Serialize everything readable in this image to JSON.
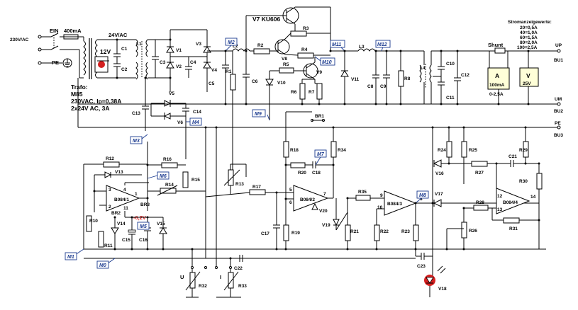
{
  "diagram": {
    "mains": {
      "input": "230V/AC",
      "switch": "EIN",
      "fuse": "400mA",
      "pe": "PE"
    },
    "transformer": {
      "secondary": "24V/AC",
      "aux": "12V",
      "info": [
        "Trafo:",
        "M85",
        "230VAC, Ip=0,38A",
        "2x24V AC, 3A"
      ]
    },
    "power_transistor": "V7 KU606",
    "shunt": "Shunt",
    "current_table": {
      "title": "Stromanzeigewerte:",
      "rows": [
        "20=0,5A",
        "40=1,0A",
        "60=1,5A",
        "80=2,0A",
        "100=2,5A"
      ]
    },
    "ammeter": {
      "symbol": "A",
      "range": "100mA",
      "scale": "0-2,5A"
    },
    "voltmeter": {
      "symbol": "V",
      "range": "25V"
    },
    "outputs": [
      {
        "name": "UP",
        "bus": "BU1"
      },
      {
        "name": "UM",
        "bus": "BU2"
      },
      {
        "name": "PE",
        "bus": "BU3"
      }
    ],
    "markers": [
      "M1",
      "M0",
      "M3",
      "M2",
      "M4",
      "M5",
      "M6",
      "M7",
      "M8",
      "M9",
      "M10",
      "M11",
      "M12"
    ],
    "zener_voltage": "-6,2V",
    "opamps": {
      "a1": "B084/1",
      "a2": "B084/2",
      "a3": "B084/3",
      "a4": "B084/4"
    },
    "pins": {
      "a1": {
        "p1": "1",
        "p2": "2",
        "p3": "3",
        "p4": "4",
        "p11": "11"
      },
      "a2": {
        "p5": "5",
        "p6": "6",
        "p7": "7"
      },
      "a3": {
        "p9": "9",
        "p10": "10",
        "p8": "8"
      },
      "a4": {
        "p12": "12",
        "p13": "13",
        "p14": "14"
      }
    },
    "bridges": {
      "br1": "BR1",
      "br2": "BR2",
      "br3": "BR3"
    },
    "pots": {
      "u": "U",
      "i": "I"
    },
    "c": {
      "c1": "C1",
      "c2": "C2",
      "c3": "C3",
      "c4": "C4",
      "c5": "C5",
      "c6": "C6",
      "c8": "C8",
      "c9": "C9",
      "c10": "C10",
      "c11": "C11",
      "c12": "C12",
      "c13": "C13",
      "c14": "C14",
      "c15": "C15",
      "c16": "C16",
      "c17": "C17",
      "c18": "C18",
      "c21": "C21",
      "c22": "C22",
      "c23": "C23"
    },
    "r": {
      "r1": "R1",
      "r2": "R2",
      "r3": "R3",
      "r4": "R4",
      "r5": "R5",
      "r6": "R6",
      "r7": "R7",
      "r8": "R8",
      "r10": "R10",
      "r11": "R11",
      "r12": "R12",
      "r13": "R13",
      "r14": "R14",
      "r15": "R15",
      "r16": "R16",
      "r17": "R17",
      "r18": "R18",
      "r19": "R19",
      "r20": "R20",
      "r21": "R21",
      "r22": "R22",
      "r23": "R23",
      "r24": "R24",
      "r25": "R25",
      "r26": "R26",
      "r27": "R27",
      "r28": "R28",
      "r29": "R29",
      "r30": "R30",
      "r31": "R31",
      "r32": "R32",
      "r33": "R33",
      "r34": "R34",
      "r35": "R35"
    },
    "v": {
      "v1": "V1",
      "v2": "V2",
      "v3": "V3",
      "v4": "V4",
      "v5": "V5",
      "v6": "V6",
      "v8": "V8",
      "v9": "V9",
      "v10": "V10",
      "v11": "V11",
      "v13": "V13",
      "v14": "V14",
      "v15": "V15",
      "v16": "V16",
      "v17": "V17",
      "v18": "V18",
      "v19": "V19",
      "v20": "V20"
    },
    "l": {
      "l1": "L1",
      "l2": "L2",
      "l3": "L3",
      "l4": "L4"
    }
  }
}
